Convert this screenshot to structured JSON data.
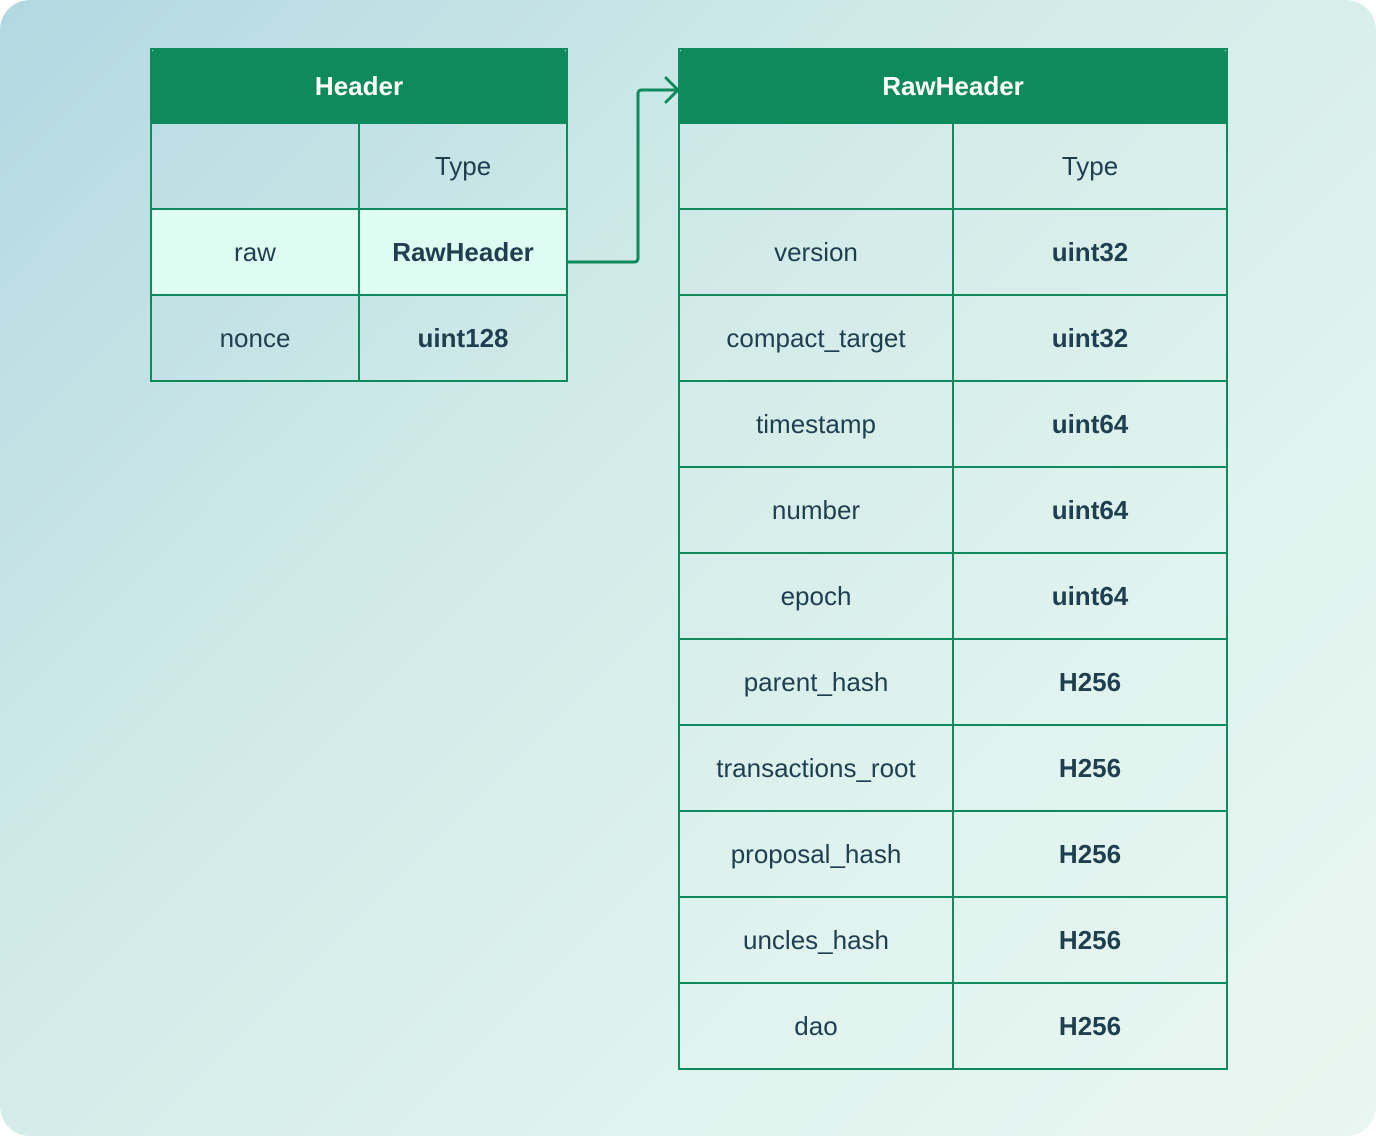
{
  "header_table": {
    "title": "Header",
    "column_header": "Type",
    "rows": [
      {
        "name": "raw",
        "type": "RawHeader",
        "highlighted": true
      },
      {
        "name": "nonce",
        "type": "uint128",
        "highlighted": false
      }
    ]
  },
  "rawheader_table": {
    "title": "RawHeader",
    "column_header": "Type",
    "rows": [
      {
        "name": "version",
        "type": "uint32"
      },
      {
        "name": "compact_target",
        "type": "uint32"
      },
      {
        "name": "timestamp",
        "type": "uint64"
      },
      {
        "name": "number",
        "type": "uint64"
      },
      {
        "name": "epoch",
        "type": "uint64"
      },
      {
        "name": "parent_hash",
        "type": "H256"
      },
      {
        "name": "transactions_root",
        "type": "H256"
      },
      {
        "name": "proposal_hash",
        "type": "H256"
      },
      {
        "name": "uncles_hash",
        "type": "H256"
      },
      {
        "name": "dao",
        "type": "H256"
      }
    ]
  },
  "colors": {
    "accent": "#0e8a5c",
    "text": "#1f3f4f",
    "highlight_row": "#defcf2"
  }
}
